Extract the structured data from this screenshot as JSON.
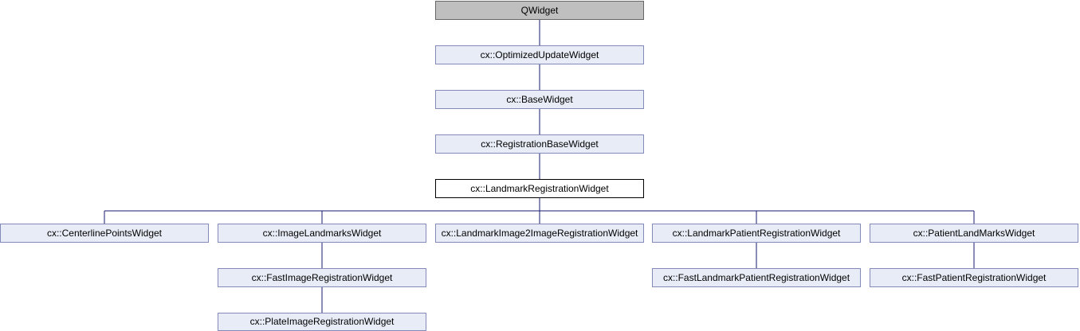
{
  "diagram": {
    "nodes": {
      "qwidget": "QWidget",
      "optimized_update_widget": "cx::OptimizedUpdateWidget",
      "base_widget": "cx::BaseWidget",
      "registration_base_widget": "cx::RegistrationBaseWidget",
      "landmark_registration_widget": "cx::LandmarkRegistrationWidget",
      "centerline_points_widget": "cx::CenterlinePointsWidget",
      "image_landmarks_widget": "cx::ImageLandmarksWidget",
      "landmark_image2image_registration_widget": "cx::LandmarkImage2ImageRegistrationWidget",
      "landmark_patient_registration_widget": "cx::LandmarkPatientRegistrationWidget",
      "patient_landmarks_widget": "cx::PatientLandMarksWidget",
      "fast_image_registration_widget": "cx::FastImageRegistrationWidget",
      "fast_landmark_patient_registration_widget": "cx::FastLandmarkPatientRegistrationWidget",
      "fast_patient_registration_widget": "cx::FastPatientRegistrationWidget",
      "plate_image_registration_widget": "cx::PlateImageRegistrationWidget"
    },
    "colors": {
      "edge": "#191970",
      "node_fill": "#e8ecf6",
      "node_border": "#848ab8",
      "root_fill": "#bfbfbf",
      "current_fill": "#ffffff"
    }
  }
}
